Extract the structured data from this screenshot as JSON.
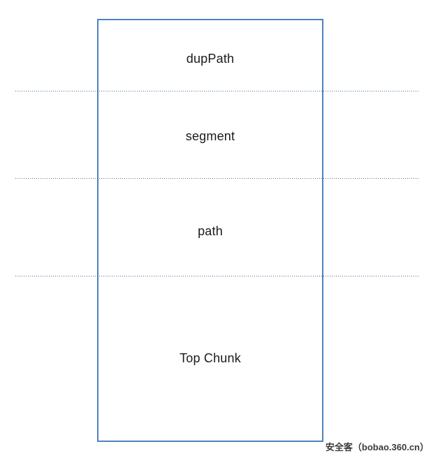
{
  "diagram": {
    "type": "memory-layout",
    "border_color": "#4F81BD",
    "divider_color": "#41719C",
    "label_color": "#1a1a1a",
    "sections": [
      {
        "label": "dupPath"
      },
      {
        "label": "segment"
      },
      {
        "label": "path"
      },
      {
        "label": "Top Chunk"
      }
    ]
  },
  "watermark": {
    "text": "安全客（bobao.360.cn）"
  }
}
